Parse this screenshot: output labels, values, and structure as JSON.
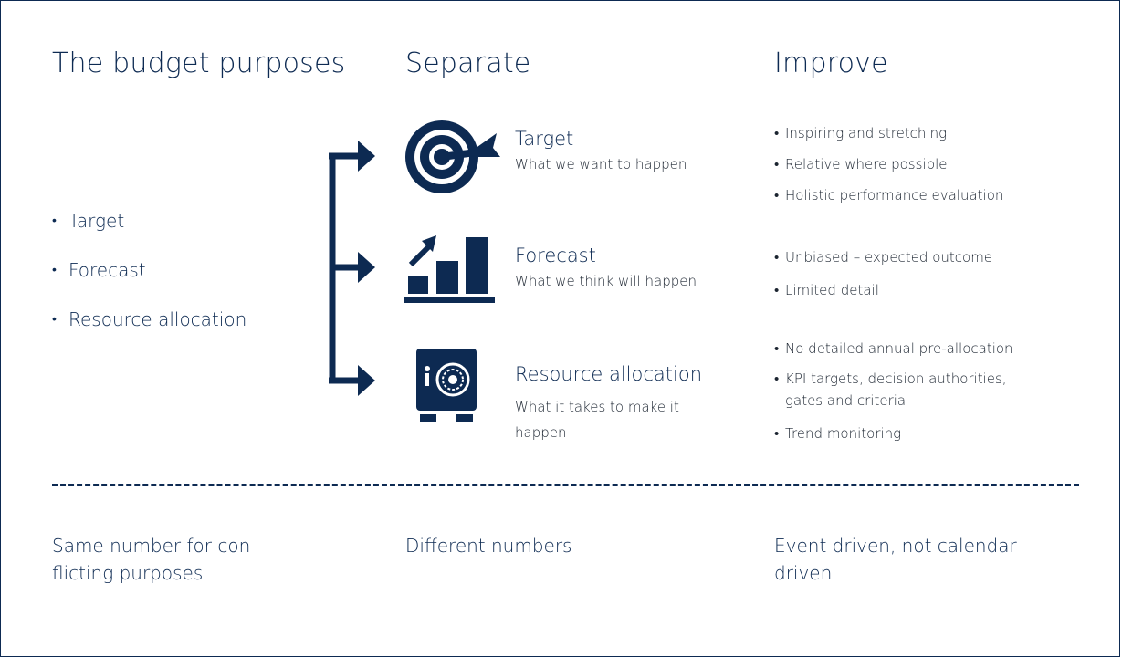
{
  "headers": {
    "purposes": "The budget purposes",
    "separate": "Separate",
    "improve": "Improve"
  },
  "purposes_list": [
    "Target",
    "Forecast",
    "Resource allocation"
  ],
  "sections": [
    {
      "title": "Target",
      "subtitle": "What we want to happen",
      "icon": "dart-target-icon"
    },
    {
      "title": "Forecast",
      "subtitle": "What we think will happen",
      "icon": "bar-chart-growth-icon"
    },
    {
      "title": "Resource allocation",
      "subtitle_line1": "What it takes to make it",
      "subtitle_line2": "happen",
      "icon": "safe-vault-icon"
    }
  ],
  "improve": {
    "target": [
      "Inspiring and stretching",
      "Relative where possible",
      "Holistic performance evaluation"
    ],
    "forecast": [
      "Unbiased – expected outcome",
      "Limited detail"
    ],
    "resource": [
      "No detailed annual pre-allocation",
      "KPI targets, decision authorities,",
      "gates and criteria",
      "Trend monitoring"
    ]
  },
  "footer": {
    "left_line1": "Same number for con-",
    "left_line2": "flicting purposes",
    "middle": "Different numbers",
    "right_line1": "Event driven, not calendar",
    "right_line2": "driven"
  },
  "colors": {
    "navy": "#0d2a52",
    "text": "#1b2430",
    "background": "#ffffff"
  }
}
